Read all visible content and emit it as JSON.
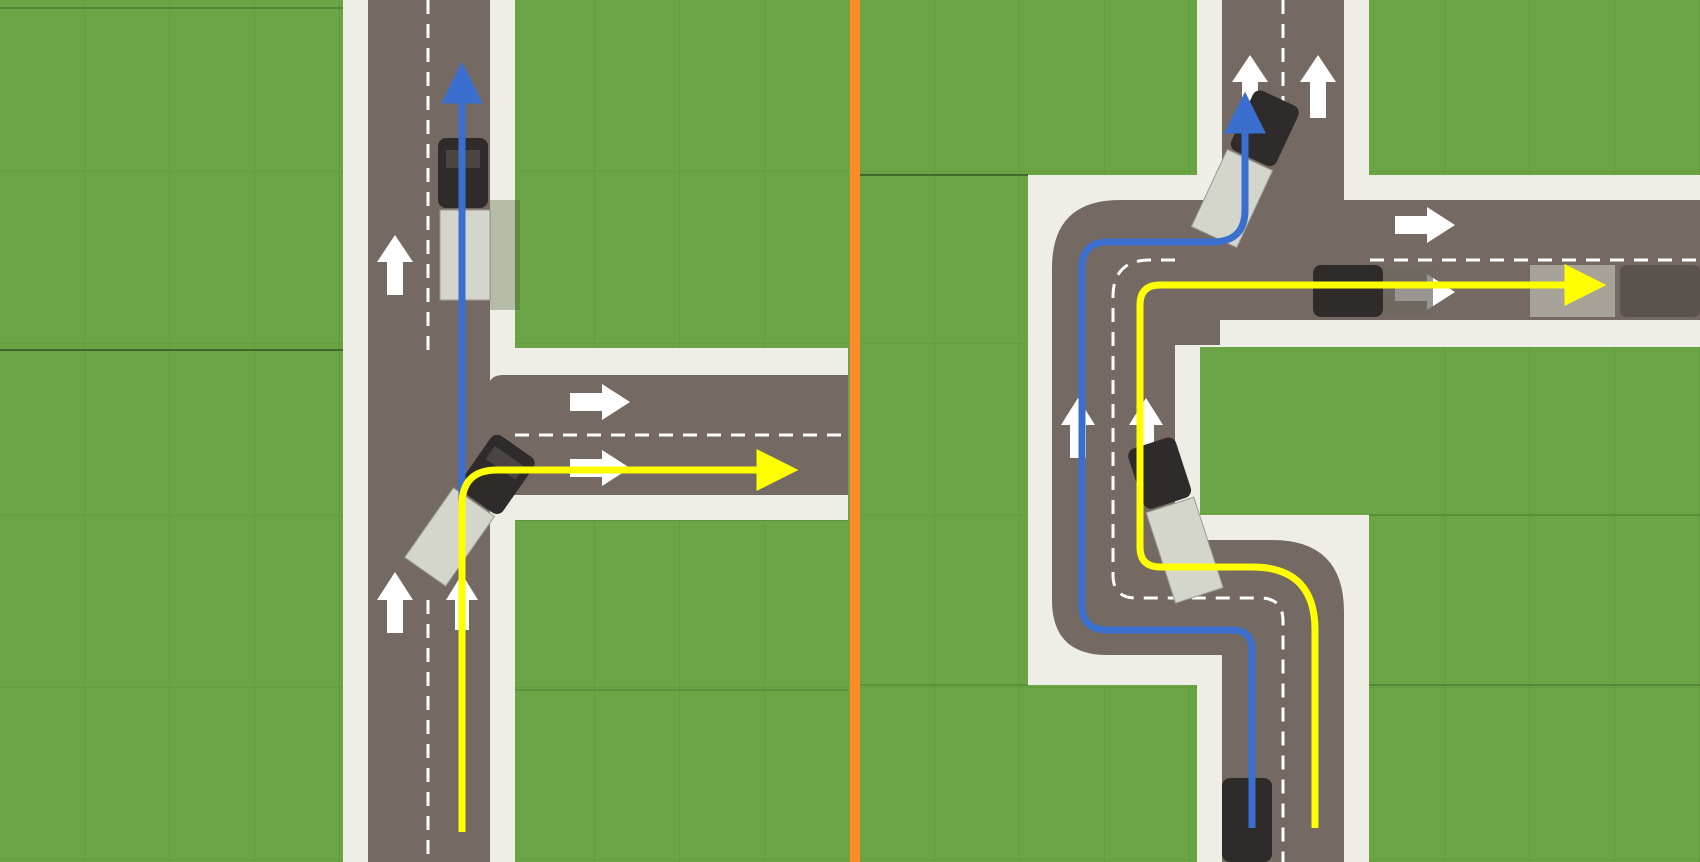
{
  "scene": {
    "description_tags": [
      "road-tiles",
      "lane-paths",
      "trucks"
    ],
    "colors": {
      "grass": "#6aa445",
      "grass_line": "#4f7f33",
      "sidewalk": "#eeeee6",
      "road": "#756a63",
      "lane_marking": "#ffffff",
      "divider": "#ff8a26",
      "path_through": "#3a6fcf",
      "path_turn": "#ffff00",
      "truck_cab": "#2f2b2a",
      "truck_trailer": "#d4d6cb"
    }
  },
  "panels": [
    {
      "name": "left-panel",
      "layout": "t-junction",
      "paths": [
        "through-lane-path",
        "right-turn-lane-path"
      ]
    },
    {
      "name": "right-panel",
      "layout": "s-curve-junction",
      "paths": [
        "through-lane-path",
        "right-turn-lane-path"
      ]
    }
  ],
  "legend": {
    "path_through_icon": "blue-arrow-path",
    "path_turn_icon": "yellow-arrow-path"
  }
}
